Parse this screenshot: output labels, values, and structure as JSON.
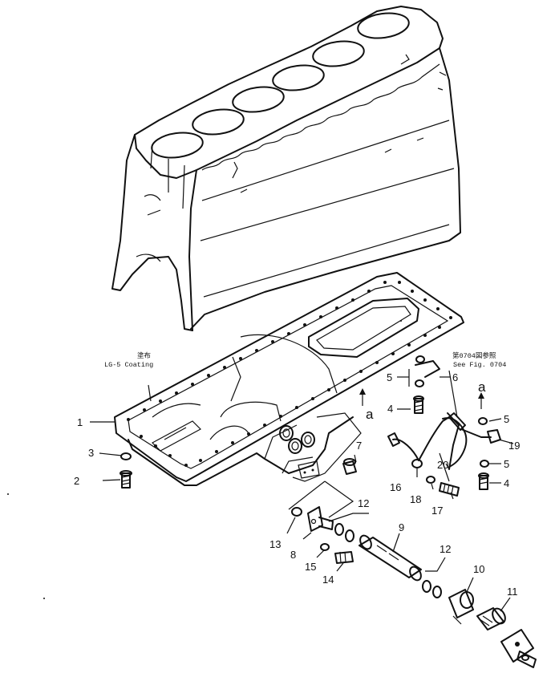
{
  "coating_note": {
    "jp": "塗布",
    "en": "LG-5 Coating"
  },
  "see_fig_note": {
    "jp": "第0704図参照",
    "en": "See Fig. 0704"
  },
  "view_marks": [
    "a",
    "a"
  ],
  "callouts": {
    "c1": "1",
    "c2": "2",
    "c3": "3",
    "c4a": "4",
    "c4b": "4",
    "c5a": "5",
    "c5b": "5",
    "c5c": "5",
    "c6": "6",
    "c7": "7",
    "c8": "8",
    "c9": "9",
    "c10": "10",
    "c11": "11",
    "c12a": "12",
    "c12b": "12",
    "c13": "13",
    "c14": "14",
    "c15": "15",
    "c16": "16",
    "c17": "17",
    "c18": "18",
    "c19": "19",
    "c20": "20"
  },
  "icons": [
    "cylinder-block-drawing",
    "oil-pan-drawing",
    "sensor-harness-drawing",
    "dipstick-tube-drawing"
  ]
}
